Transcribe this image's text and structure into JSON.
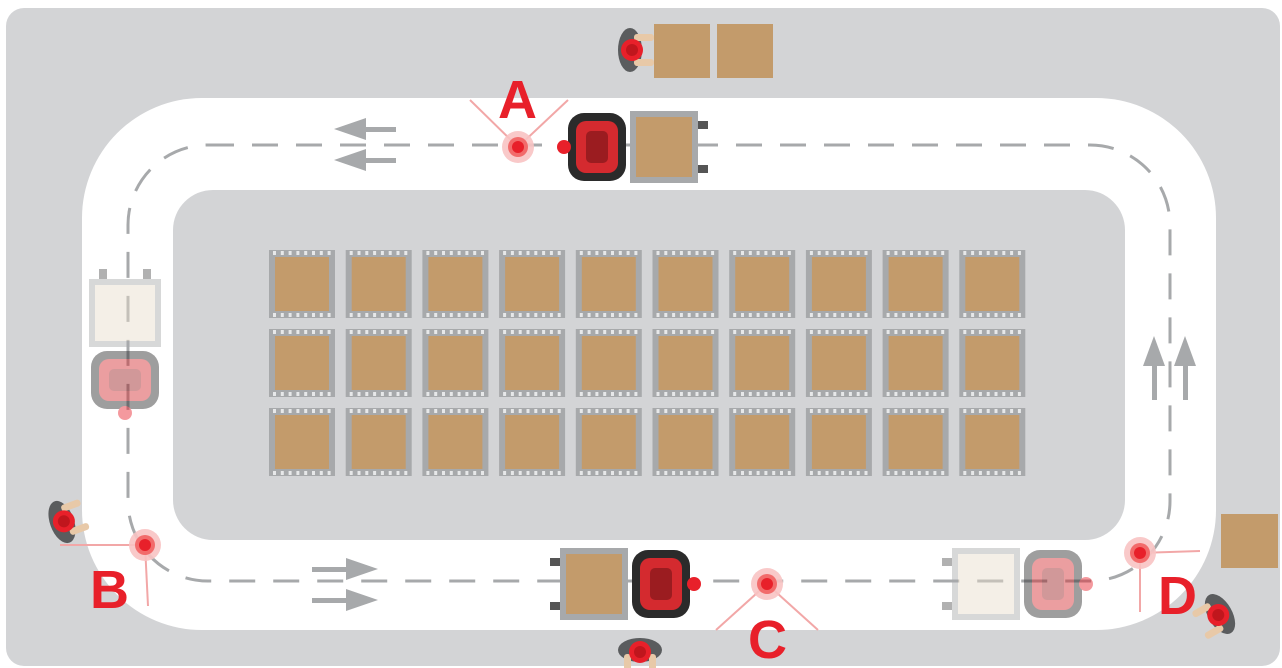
{
  "diagram": {
    "points": [
      {
        "id": "A",
        "label": "A"
      },
      {
        "id": "B",
        "label": "B"
      },
      {
        "id": "C",
        "label": "C"
      },
      {
        "id": "D",
        "label": "D"
      }
    ],
    "pallet_grid": {
      "rows": 3,
      "columns": 10
    },
    "colors": {
      "floor": "#d3d4d6",
      "track": "#ffffff",
      "lane_marking": "#a7a9ab",
      "box": "#c39b6b",
      "pallet": "#a7a9ab",
      "accent": "#e8202a",
      "operator_body": "#5a5c5e"
    },
    "icons": {
      "vehicle": "pallet-truck-icon",
      "person": "person-icon",
      "sensor": "proximity-sensor-icon"
    }
  }
}
